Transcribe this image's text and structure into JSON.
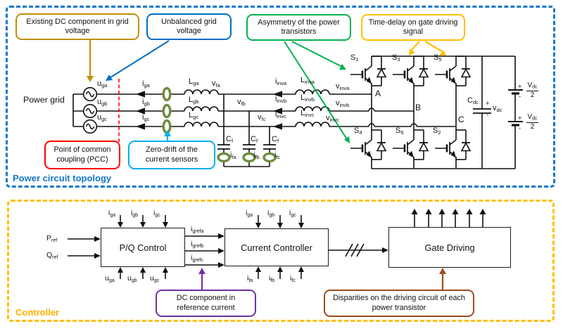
{
  "sections": {
    "power": "Power circuit topology",
    "controller": "Controller"
  },
  "callouts": {
    "existing_dc": "Existing DC component in grid voltage",
    "unbalanced": "Unbalanced grid voltage",
    "asymmetry": "Asymmetry of the power transistors",
    "time_delay": "Time-delay on gate driving signal",
    "pcc": "Point of common coupling (PCC)",
    "zero_drift": "Zero-drift of the current sensors",
    "dc_ref": "DC component in reference current",
    "disparities": "Disparities on the driving circuit of each power transistor"
  },
  "blocks": {
    "pq": "P/Q Control",
    "cc": "Current Controller",
    "gd": "Gate Driving"
  },
  "labels": {
    "power_grid": "Power grid",
    "phase_a": "A",
    "phase_b": "B",
    "phase_c": "C"
  },
  "signs": {
    "plus": "+",
    "minus": "-",
    "two": "2"
  },
  "sub": {
    "uga": {
      "b": "u",
      "s": "ga"
    },
    "ugb": {
      "b": "u",
      "s": "gb"
    },
    "ugc": {
      "b": "u",
      "s": "gc"
    },
    "iga": {
      "b": "i",
      "s": "ga"
    },
    "igb": {
      "b": "i",
      "s": "gb"
    },
    "igc": {
      "b": "i",
      "s": "gc"
    },
    "Lga": {
      "b": "L",
      "s": "ga"
    },
    "Lgb": {
      "b": "L",
      "s": "gb"
    },
    "Lgc": {
      "b": "L",
      "s": "gc"
    },
    "vfa": {
      "b": "v",
      "s": "fa"
    },
    "vfb": {
      "b": "v",
      "s": "fb"
    },
    "vfc": {
      "b": "v",
      "s": "fc"
    },
    "iinva": {
      "b": "i",
      "s": "inva"
    },
    "iinvb": {
      "b": "i",
      "s": "invb"
    },
    "iinvc": {
      "b": "i",
      "s": "invc"
    },
    "Linva": {
      "b": "L",
      "s": "inva"
    },
    "Linvb": {
      "b": "L",
      "s": "invb"
    },
    "Linvc": {
      "b": "L",
      "s": "invc"
    },
    "vinva": {
      "b": "v",
      "s": "inva"
    },
    "vinvb": {
      "b": "v",
      "s": "invb"
    },
    "vinvc": {
      "b": "v",
      "s": "invc"
    },
    "Cf": {
      "b": "C",
      "s": "f"
    },
    "ifa": {
      "b": "i",
      "s": "fa"
    },
    "ifb": {
      "b": "i",
      "s": "fb"
    },
    "ifc": {
      "b": "i",
      "s": "fc"
    },
    "S1": {
      "b": "S",
      "s": "1"
    },
    "S2": {
      "b": "S",
      "s": "2"
    },
    "S3": {
      "b": "S",
      "s": "3"
    },
    "S4": {
      "b": "S",
      "s": "4"
    },
    "S5": {
      "b": "S",
      "s": "5"
    },
    "S6": {
      "b": "S",
      "s": "6"
    },
    "Cdc": {
      "b": "C",
      "s": "dc"
    },
    "vdc": {
      "b": "v",
      "s": "dc"
    },
    "Vdc": {
      "b": "V",
      "s": "dc"
    },
    "Pref": {
      "b": "P",
      "s": "ref"
    },
    "Qref": {
      "b": "Q",
      "s": "ref"
    },
    "igrefa": {
      "b": "i",
      "s": "grefa"
    },
    "igrefb": {
      "b": "i",
      "s": "grefb"
    },
    "igrefc": {
      "b": "i",
      "s": "grefc"
    }
  },
  "colors": {
    "section_blue": "#1377C8",
    "section_yellow": "#FFC000",
    "callout_dark_gold": "#BF9000",
    "callout_blue": "#0070C0",
    "callout_green": "#00B050",
    "callout_gold": "#FFC000",
    "callout_red": "#FF0000",
    "callout_cyan": "#00B0F0",
    "callout_purple": "#7030A0",
    "callout_brown": "#9E4B20",
    "sensor_green": "#6E8C3C",
    "pcc_line_red": "#FF0000",
    "wire_black": "#111111"
  }
}
